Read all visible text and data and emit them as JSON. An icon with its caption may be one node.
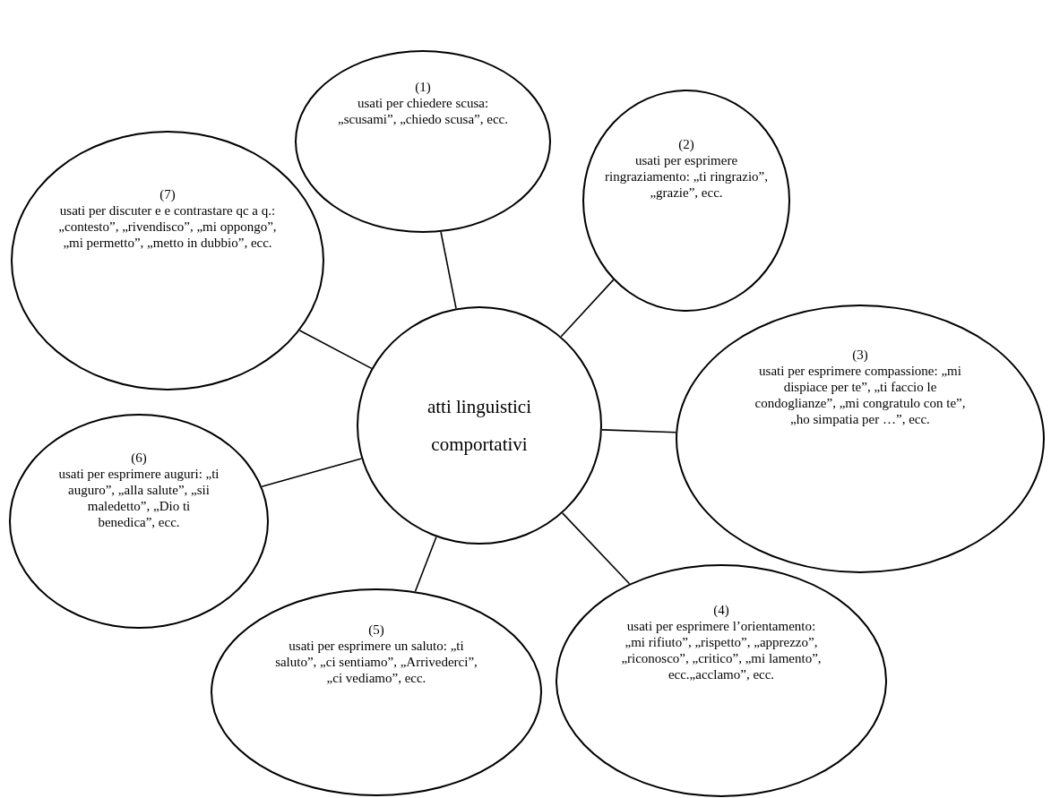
{
  "diagram": {
    "nodes": [
      {
        "text": [
          "(1)",
          "usati per chiedere scusa: „scusami”, „chiedo scusa”, ecc."
        ]
      },
      {
        "text": [
          "(2)",
          "usati per esprimere ringraziamento: „ti ringrazio”, „grazie”, ecc."
        ]
      },
      {
        "text": [
          "(7)",
          "usati per discuter e e contrastare qc a q.: „contesto”, „rivendisco”, „mi oppongo”, „mi permetto”, „metto in dubbio”, ecc."
        ]
      },
      {
        "text": [
          "atti linguistici comportativi"
        ]
      },
      {
        "text": [
          "(3)",
          "usati per esprimere compassione: „mi dispiace per te”, „ti faccio le condoglianze”, „mi congratulo con te”, „ho simpatia per …”, ecc."
        ]
      },
      {
        "text": [
          "(6)",
          "usati per esprimere auguri: „ti auguro”, „alla salute”, „sii maledetto”, „Dio ti benedica”, ecc."
        ]
      },
      {
        "text": [
          "(5)",
          "usati per esprimere un saluto: „ti saluto”, „ci sentiamo”, „Arrivederci”, „ci vediamo”, ecc."
        ]
      },
      {
        "text": [
          "(4)",
          "usati per esprimere l’orientamento: „mi rifiuto”, „rispetto”, „apprezzo”, „riconosco”, „critico”, „mi lamento”, ecc.„acclamo”, ecc."
        ]
      }
    ],
    "edges": [
      {
        "from": 3,
        "to": 0,
        "arrow": "none"
      },
      {
        "from": 3,
        "to": 1,
        "arrow": "none"
      },
      {
        "from": 3,
        "to": 4,
        "arrow": "none"
      },
      {
        "from": 3,
        "to": 7,
        "arrow": "none"
      },
      {
        "from": 3,
        "to": 6,
        "arrow": "none"
      },
      {
        "from": 3,
        "to": 5,
        "arrow": "none"
      },
      {
        "from": 3,
        "to": 2,
        "arrow": "none"
      }
    ]
  }
}
